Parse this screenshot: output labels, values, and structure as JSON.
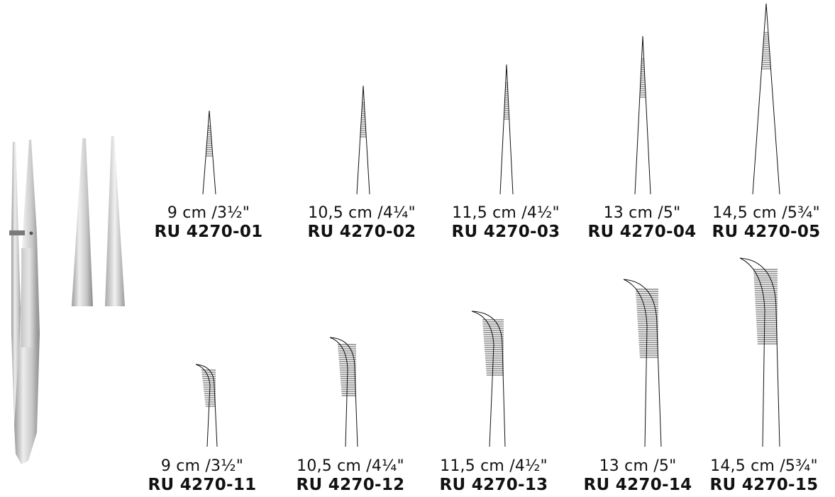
{
  "colors": {
    "ink": "#111111",
    "steel_light": "#e6e6e6",
    "steel_dark": "#8c8c8c"
  },
  "straight": [
    {
      "size": "9 cm /3½\"",
      "code": "RU 4270-01"
    },
    {
      "size": "10,5 cm /4¼\"",
      "code": "RU 4270-02"
    },
    {
      "size": "11,5 cm /4½\"",
      "code": "RU 4270-03"
    },
    {
      "size": "13 cm /5\"",
      "code": "RU 4270-04"
    },
    {
      "size": "14,5 cm /5¾\"",
      "code": "RU 4270-05"
    }
  ],
  "curved": [
    {
      "size": "9 cm /3½\"",
      "code": "RU 4270-11"
    },
    {
      "size": "10,5 cm /4¼\"",
      "code": "RU 4270-12"
    },
    {
      "size": "11,5 cm /4½\"",
      "code": "RU 4270-13"
    },
    {
      "size": "13 cm /5\"",
      "code": "RU 4270-14"
    },
    {
      "size": "14,5 cm /5¾\"",
      "code": "RU 4270-15"
    }
  ]
}
